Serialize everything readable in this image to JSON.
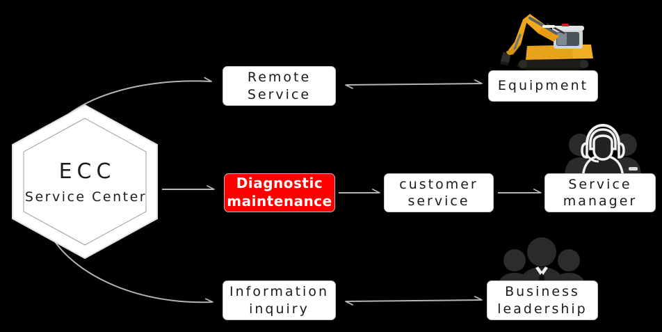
{
  "diagram": {
    "title": "ECC Service Center service flow diagram",
    "background_color": "#000000",
    "box_fill": "#ffffff",
    "box_text_color": "#1a1a1a",
    "accent_color": "#ff0000",
    "connector_color": "#b5b5b5",
    "nodes": {
      "hub": {
        "title": "ECC",
        "subtitle": "Service Center",
        "shape": "hexagon"
      },
      "remote_service": {
        "label": "Remote\nService"
      },
      "diagnostic_maintenance": {
        "label": "Diagnostic\nmaintenance",
        "highlight_color": "#ff0000",
        "text_color": "#ffffff"
      },
      "information_inquiry": {
        "label": "Information\ninquiry"
      },
      "customer_service": {
        "label": "customer\nservice"
      },
      "equipment": {
        "label": "Equipment"
      },
      "service_manager": {
        "label": "Service\nmanager"
      },
      "business_leadership": {
        "label": "Business\nleadership"
      }
    },
    "images": {
      "excavator": "excavator-photo",
      "support_agents": "headset-agents-icon",
      "business_people": "business-people-icon"
    },
    "connectors": [
      {
        "name": "hub-to-remote-service",
        "style": "curved",
        "arrow": "single"
      },
      {
        "name": "hub-to-diagnostic-maintenance",
        "style": "straight",
        "arrow": "single"
      },
      {
        "name": "hub-to-information-inquiry",
        "style": "curved",
        "arrow": "single"
      },
      {
        "name": "remote-service-to-equipment",
        "style": "straight",
        "arrow": "double"
      },
      {
        "name": "diagnostic-maintenance-to-customer-service",
        "style": "straight",
        "arrow": "single"
      },
      {
        "name": "customer-service-to-service-manager",
        "style": "straight",
        "arrow": "single"
      },
      {
        "name": "information-inquiry-to-business-leadership",
        "style": "straight",
        "arrow": "double"
      }
    ]
  }
}
